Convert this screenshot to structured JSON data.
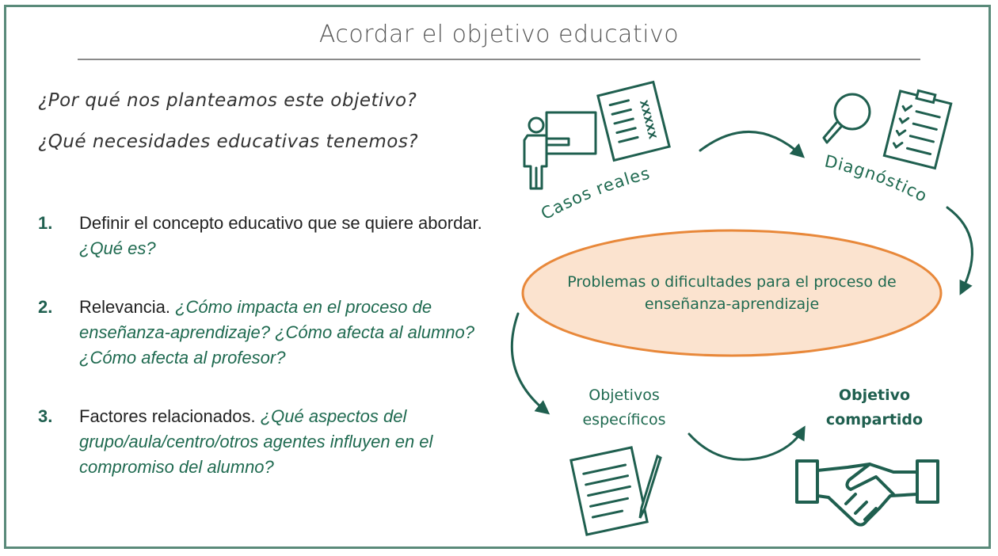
{
  "title": "Acordar el objetivo educativo",
  "questions": [
    "¿Por qué nos planteamos este objetivo?",
    "¿Qué necesidades educativas tenemos?"
  ],
  "items": [
    {
      "number": "1.",
      "text": "Definir el concepto educativo que se quiere abordar.",
      "question": "¿Qué es?"
    },
    {
      "number": "2.",
      "text": "Relevancia.",
      "question": "¿Cómo impacta en el proceso de enseñanza-aprendizaje? ¿Cómo afecta al alumno? ¿Cómo afecta al profesor?"
    },
    {
      "number": "3.",
      "text": "Factores relacionados.",
      "question": "¿Qué aspectos del grupo/aula/centro/otros agentes influyen en el compromiso del alumno?"
    }
  ],
  "diagram": {
    "casos_reales": "Casos reales",
    "diagnostico": "Diagnóstico",
    "problemas": "Problemas o dificultades para el proceso de enseñanza-aprendizaje",
    "objetivos_especificos": "Objetivos específicos",
    "objetivo_compartido": "Objetivo compartido",
    "checklist_marks": "XXXXX"
  },
  "colors": {
    "accent_green": "#1f6a50",
    "icon_green": "#1f5f4f",
    "ellipse_fill": "#fbe3cf",
    "ellipse_stroke": "#e8883a",
    "frame": "#5a8a7a"
  },
  "icons": [
    "teacher-board-icon",
    "checklist-icon",
    "magnifier-icon",
    "clipboard-icon",
    "document-pen-icon",
    "handshake-icon",
    "curved-arrow-icon"
  ]
}
